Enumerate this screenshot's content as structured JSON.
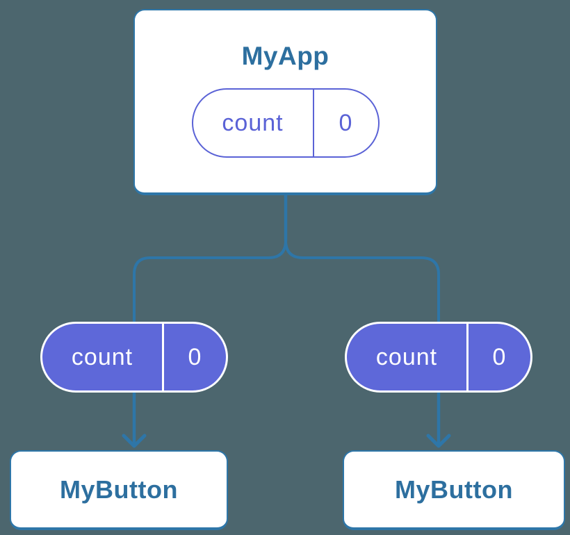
{
  "colors": {
    "background": "#4C666E",
    "stroke_blue": "#2E76A8",
    "text_blue": "#2D6F9F",
    "purple_fill": "#5E68D9",
    "purple_outline": "#5A62D6"
  },
  "tree": {
    "root": {
      "label": "MyApp",
      "state": {
        "key": "count",
        "value": "0"
      }
    },
    "children": [
      {
        "label": "MyButton",
        "prop": {
          "key": "count",
          "value": "0"
        }
      },
      {
        "label": "MyButton",
        "prop": {
          "key": "count",
          "value": "0"
        }
      }
    ]
  }
}
